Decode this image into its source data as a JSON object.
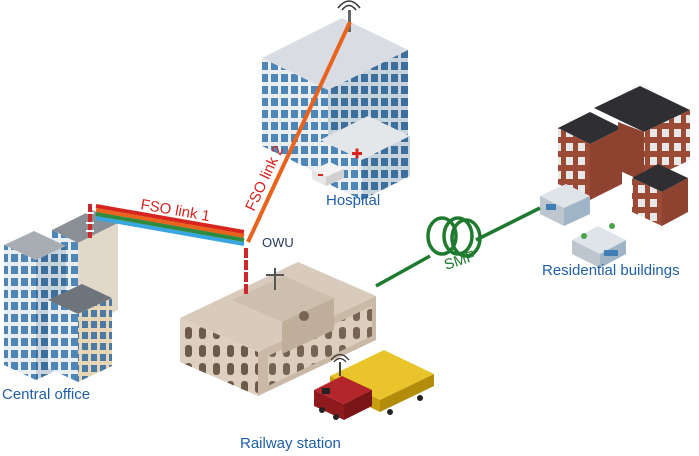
{
  "labels": {
    "central_office": "Central office",
    "hospital": "Hospital",
    "railway_station": "Railway station",
    "residential": "Residential buildings",
    "owu": "OWU",
    "fso1": "FSO link 1",
    "fso2": "FSO link 2",
    "smf": "SMF"
  },
  "icons": {
    "antenna": "antenna-icon",
    "fiber_coil": "fiber-coil-icon"
  },
  "colors": {
    "label_blue": "#1f5fa8",
    "fso_red": "#d6241f",
    "fso2_orange": "#e8641e",
    "fso_green": "#2e8b3e",
    "fso_blue": "#3aa6e0",
    "smf_green": "#1e7a2e"
  }
}
